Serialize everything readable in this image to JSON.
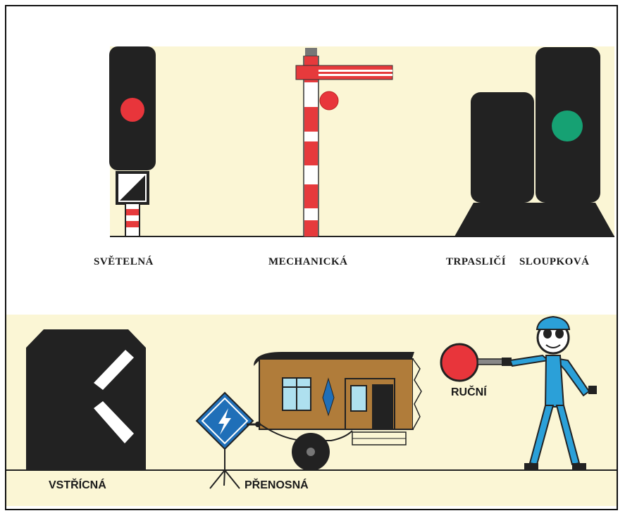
{
  "top_row": {
    "labels": {
      "svetelna": "SVĚTELNÁ",
      "mechanicka": "MECHANICKÁ",
      "trpaslici": "TRPASLIČÍ",
      "sloupkova": "SLOUPKOVÁ"
    }
  },
  "bottom_row": {
    "labels": {
      "vstricna": "VSTŘÍCNÁ",
      "prenosna": "PŘENOSNÁ",
      "rucni": "RUČNÍ"
    }
  },
  "colors": {
    "panel_bg": "#fbf6d5",
    "signal_body": "#222222",
    "red_light": "#e8353b",
    "green_light": "#16a173",
    "stripe_red": "#e63a3c",
    "sign_blue": "#1f6fb8",
    "trailer_brown": "#b07c3a",
    "window_blue": "#aee0ef",
    "man_blue": "#2ba0d8"
  }
}
